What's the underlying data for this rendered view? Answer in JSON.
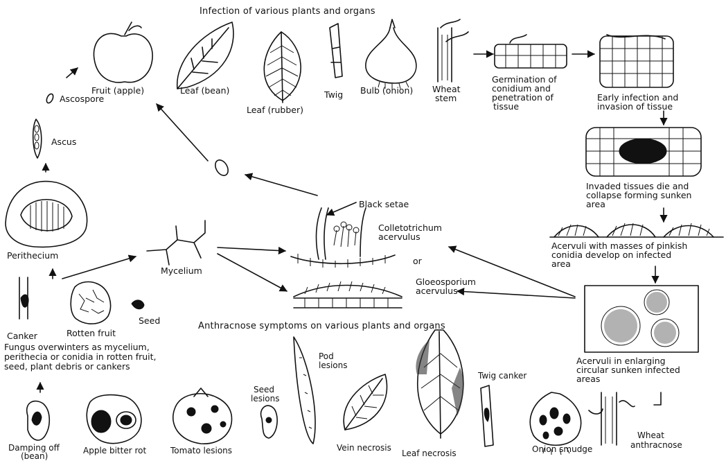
{
  "titles": {
    "infection": "Infection of various plants and organs",
    "symptoms": "Anthracnose symptoms on various plants and organs"
  },
  "organs": {
    "fruit_apple": "Fruit (apple)",
    "leaf_bean": "Leaf (bean)",
    "leaf_rubber": "Leaf (rubber)",
    "twig": "Twig",
    "bulb_onion": "Bulb (onion)",
    "wheat_stem_1": "Wheat",
    "wheat_stem_2": "stem"
  },
  "infection_stages": {
    "germination": [
      "Germination of",
      "conidium and",
      "penetration of",
      "tissue"
    ],
    "early_infection": [
      "Early infection and",
      "invasion of tissue"
    ],
    "invaded": [
      "Invaded tissues die and",
      "collapse forming sunken",
      "area"
    ],
    "acervuli_develop": [
      "Acervuli with masses of pinkish",
      "conidia develop on infected",
      "area"
    ],
    "acervuli_enlarging": [
      "Acervuli in enlarging",
      "circular sunken infected",
      "areas"
    ]
  },
  "center": {
    "black_setae": "Black setae",
    "colletotrichum": [
      "Colletotrichum",
      "acervulus"
    ],
    "or": "or",
    "gloeosporium": [
      "Gloeosporium",
      "acervulus"
    ],
    "mycelium": "Mycelium"
  },
  "sexual_cycle": {
    "ascospore": "Ascospore",
    "ascus": "Ascus",
    "perithecium": "Perithecium"
  },
  "overwinter": {
    "canker": "Canker",
    "rotten_fruit": "Rotten fruit",
    "seed": "Seed",
    "note": [
      "Fungus overwinters as mycelium,",
      "perithecia or conidia in rotten fruit,",
      "seed, plant debris or cankers"
    ]
  },
  "symptoms": {
    "damping_off": [
      "Damping off",
      "(bean)"
    ],
    "apple_bitter_rot": "Apple bitter rot",
    "tomato_lesions": "Tomato lesions",
    "seed_lesions": [
      "Seed",
      "lesions"
    ],
    "pod_lesions": [
      "Pod",
      "lesions"
    ],
    "vein_necrosis": "Vein necrosis",
    "leaf_necrosis": "Leaf necrosis",
    "twig_canker": "Twig canker",
    "onion_smudge": "Onion smudge",
    "wheat_anthracnose": [
      "Wheat",
      "anthracnose"
    ]
  }
}
